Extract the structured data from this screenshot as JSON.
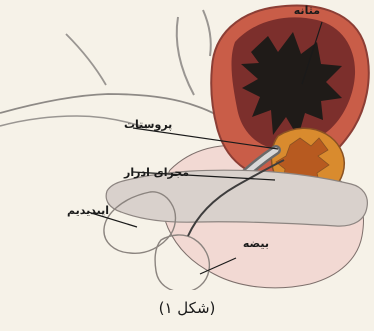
{
  "diagram": {
    "labels": {
      "bladder": "مثانه",
      "prostate": "پروستات",
      "urethra": "مجرای ادرار",
      "epididymis": "اپیدیدیم",
      "testis": "بیضه"
    }
  },
  "caption": "(شکل ۱)"
}
